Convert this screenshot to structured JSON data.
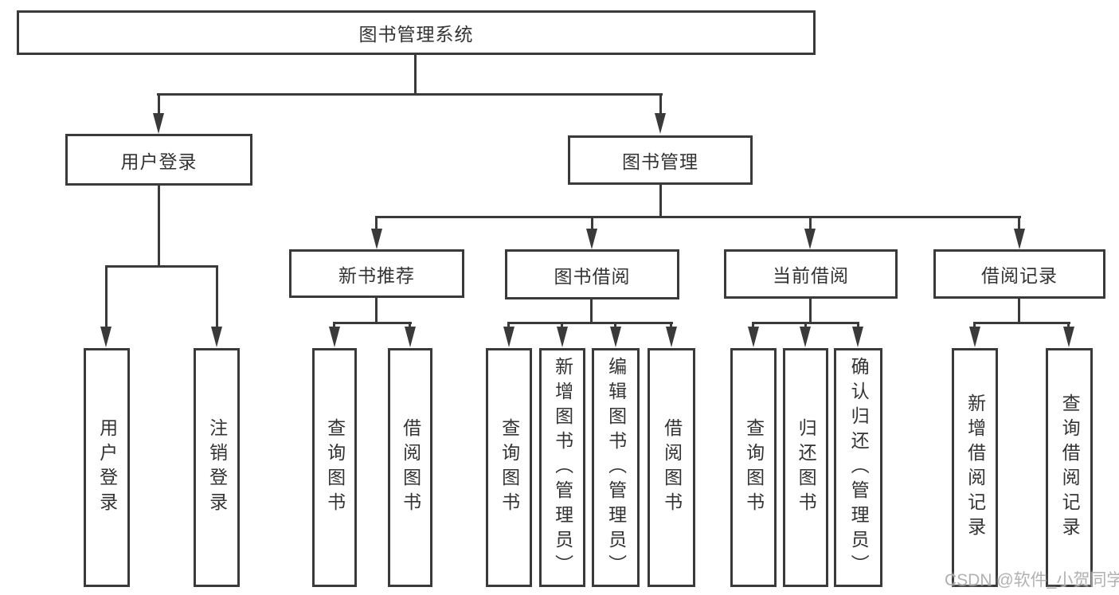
{
  "diagram_title": "图书管理系统",
  "tree": {
    "root": {
      "label": "图书管理系统"
    },
    "branches": [
      {
        "label": "用户登录",
        "children": [
          {
            "label": "用户登录"
          },
          {
            "label": "注销登录"
          }
        ]
      },
      {
        "label": "图书管理",
        "groups": [
          {
            "label": "新书推荐",
            "children": [
              {
                "label": "查询图书"
              },
              {
                "label": "借阅图书"
              }
            ]
          },
          {
            "label": "图书借阅",
            "children": [
              {
                "label": "查询图书"
              },
              {
                "label": "新增图书（管理员）"
              },
              {
                "label": "编辑图书（管理员）"
              },
              {
                "label": "借阅图书"
              }
            ]
          },
          {
            "label": "当前借阅",
            "children": [
              {
                "label": "查询图书"
              },
              {
                "label": "归还图书"
              },
              {
                "label": "确认归还（管理员）"
              }
            ]
          },
          {
            "label": "借阅记录",
            "children": [
              {
                "label": "新增借阅记录"
              },
              {
                "label": "查询借阅记录"
              }
            ]
          }
        ]
      }
    ]
  },
  "watermark": {
    "text": "CSDN @软件_小贺同学"
  },
  "colors": {
    "line": "#3a3a3a",
    "box_border": "#3a3a3a",
    "text": "#333333",
    "background": "#ffffff",
    "watermark": "#a8a8a8"
  }
}
